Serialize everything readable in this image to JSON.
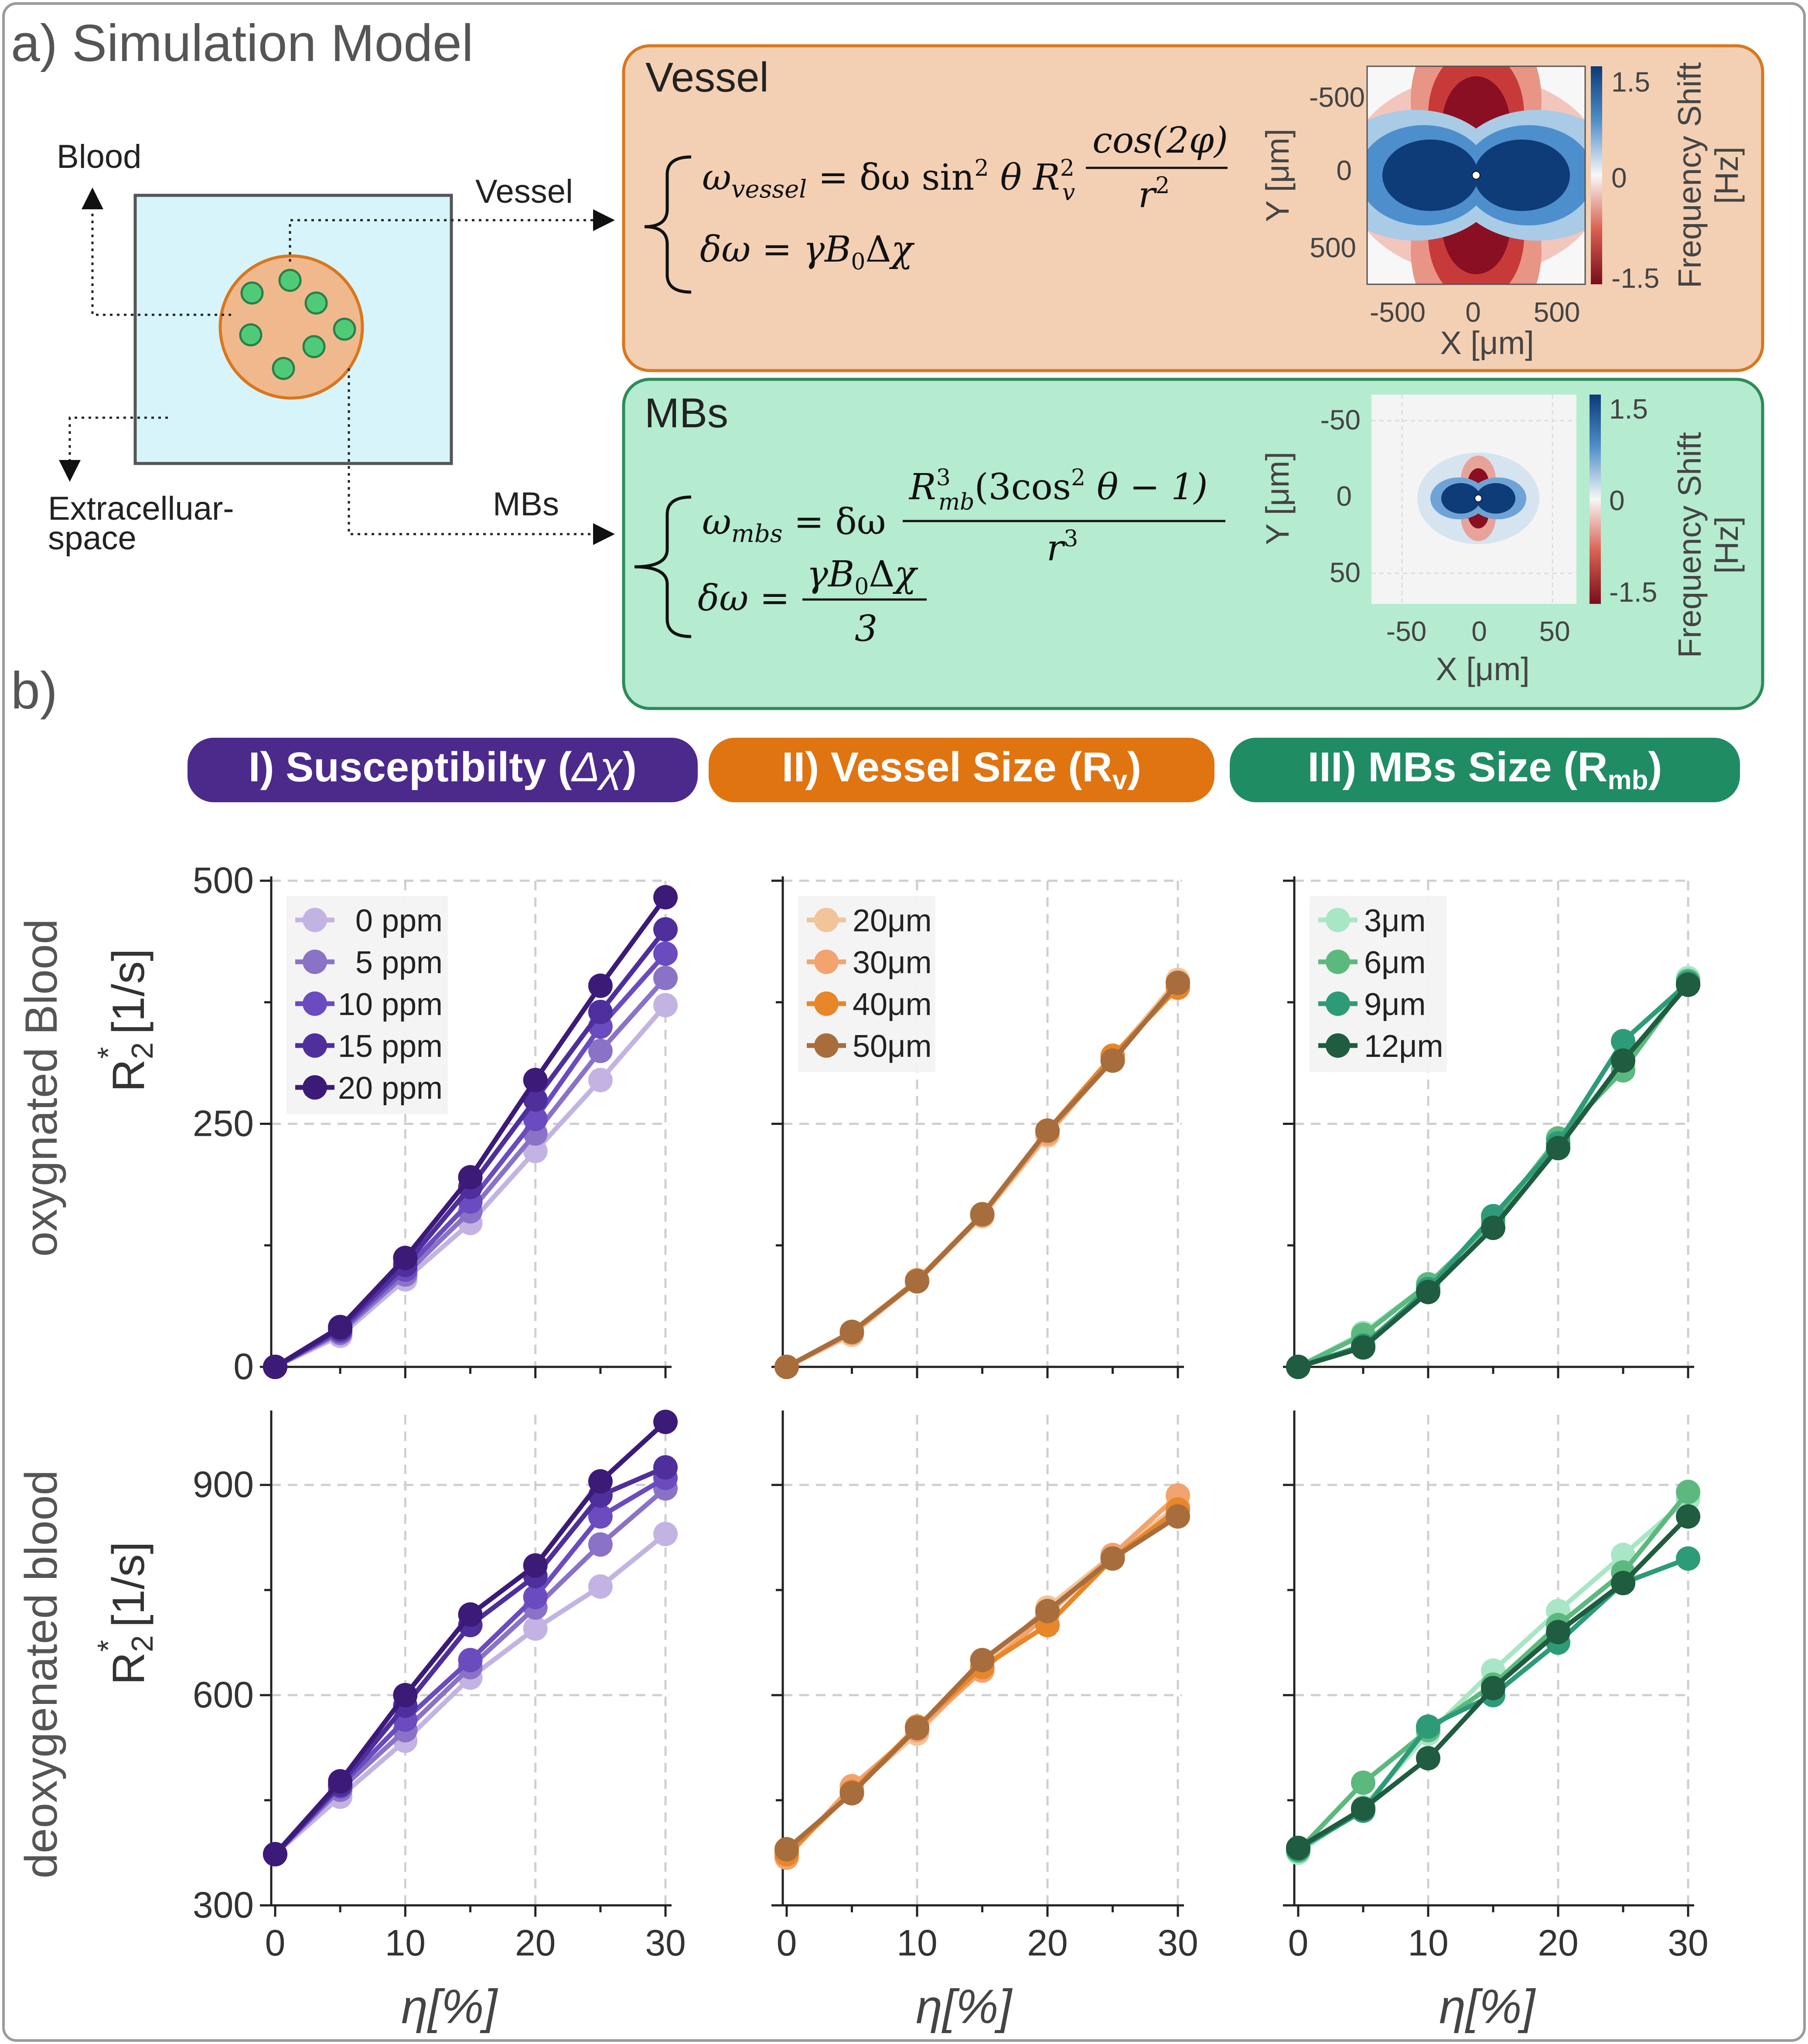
{
  "panel_a": {
    "title": "a) Simulation Model",
    "labels": {
      "blood": "Blood",
      "vessel": "Vessel",
      "extracellular_1": "Extracelluar-",
      "extracellular_2": "space",
      "mbs": "MBs"
    },
    "vessel_box": {
      "title": "Vessel",
      "eq1": "ωvessel = δω sin² θ Rv² cos(2φ) / r²",
      "eq2": "δω = γB₀Δχ",
      "map": {
        "ytick": [
          "-500",
          "0",
          "500"
        ],
        "xtick": [
          "-500",
          "0",
          "500"
        ],
        "xlabel": "X [μm]",
        "ylabel": "Y [μm]",
        "cbar_ticks": [
          "1.5",
          "0",
          "-1.5"
        ],
        "cbar_label_1": "Frequency Shift",
        "cbar_label_2": "[Hz]"
      }
    },
    "mbs_box": {
      "title": "MBs",
      "eq1": "ωmbs = δω Rmb³(3cos² θ − 1) / r³",
      "eq2": "δω = γB₀Δχ / 3",
      "map": {
        "ytick": [
          "-50",
          "0",
          "50"
        ],
        "xtick": [
          "-50",
          "0",
          "50"
        ],
        "xlabel": "X [μm]",
        "ylabel": "Y [μm]",
        "cbar_ticks": [
          "1.5",
          "0",
          "-1.5"
        ],
        "cbar_label_1": "Frequency Shift",
        "cbar_label_2": "[Hz]"
      }
    },
    "colors": {
      "vessel_box": "#f3d0b4",
      "vessel_border": "#d9771e",
      "mbs_box": "#b5ebcf",
      "mbs_border": "#2e8b5a",
      "square": "#d7f4fb",
      "circle": "#f0b98d",
      "dots": "#4fcb77"
    }
  },
  "panel_b": {
    "label": "b)",
    "headers": [
      {
        "main": "I) Susceptibilty (",
        "sym": "Δχ",
        "close": ")",
        "color": "#4b2a8c"
      },
      {
        "main": "II) Vessel Size (R",
        "sub": "v",
        "close": ")",
        "color": "#e07410"
      },
      {
        "main": "III) MBs Size (R",
        "sub": "mb",
        "close": ")",
        "color": "#1f8c64"
      }
    ],
    "row_labels": [
      "oxygnated Blood",
      "deoxygenated blood"
    ],
    "ylabel": "R2* [1/s]",
    "xlabel": "η[%]"
  },
  "chart_data": [
    {
      "type": "line",
      "title": "I) Susceptibilty (Δχ) — oxygnated Blood",
      "xlabel": "η[%]",
      "ylabel": "R2* [1/s]",
      "x": [
        0,
        5,
        10,
        15,
        20,
        25,
        30
      ],
      "ylim": [
        0,
        500
      ],
      "yticks": [
        0,
        250,
        500
      ],
      "xticks": [
        10,
        20,
        30
      ],
      "legend": "top-left",
      "series": [
        {
          "name": "0 ppm",
          "color": "#c3b3e3",
          "values": [
            0,
            32,
            90,
            148,
            222,
            295,
            372
          ]
        },
        {
          "name": "5 ppm",
          "color": "#8a72c6",
          "values": [
            0,
            35,
            95,
            160,
            240,
            325,
            400
          ]
        },
        {
          "name": "10 ppm",
          "color": "#6a4bc0",
          "values": [
            0,
            37,
            100,
            170,
            255,
            350,
            425
          ]
        },
        {
          "name": "15 ppm",
          "color": "#4e2f9c",
          "values": [
            0,
            39,
            105,
            185,
            275,
            365,
            450
          ]
        },
        {
          "name": "20 ppm",
          "color": "#3c1a78",
          "values": [
            0,
            41,
            112,
            195,
            295,
            392,
            483
          ]
        }
      ]
    },
    {
      "type": "line",
      "title": "II) Vessel Size (Rv) — oxygnated Blood",
      "xlabel": "η[%]",
      "ylabel": "",
      "x": [
        0,
        5,
        10,
        15,
        20,
        25,
        30
      ],
      "ylim": [
        0,
        500
      ],
      "legend": "top-left",
      "series": [
        {
          "name": "20μm",
          "color": "#f2c499",
          "values": [
            0,
            33,
            88,
            155,
            238,
            318,
            398
          ]
        },
        {
          "name": "30μm",
          "color": "#f2a36e",
          "values": [
            0,
            35,
            88,
            156,
            240,
            316,
            395
          ]
        },
        {
          "name": "40μm",
          "color": "#e8862a",
          "values": [
            0,
            36,
            89,
            157,
            243,
            320,
            390
          ]
        },
        {
          "name": "50μm",
          "color": "#a86d3c",
          "values": [
            0,
            36,
            88,
            157,
            243,
            315,
            395
          ]
        }
      ]
    },
    {
      "type": "line",
      "title": "III) MBs Size (Rmb) — oxygnated Blood",
      "xlabel": "η[%]",
      "ylabel": "",
      "x": [
        0,
        5,
        10,
        15,
        20,
        25,
        30
      ],
      "ylim": [
        0,
        500
      ],
      "legend": "top-left",
      "series": [
        {
          "name": "3μm",
          "color": "#a8e6c6",
          "values": [
            0,
            35,
            85,
            150,
            235,
            310,
            400
          ]
        },
        {
          "name": "6μm",
          "color": "#5cb97e",
          "values": [
            0,
            33,
            85,
            150,
            235,
            305,
            397
          ]
        },
        {
          "name": "9μm",
          "color": "#2e9b78",
          "values": [
            0,
            22,
            80,
            155,
            230,
            335,
            395
          ]
        },
        {
          "name": "12μm",
          "color": "#1f5c40",
          "values": [
            0,
            20,
            77,
            143,
            225,
            315,
            393
          ]
        }
      ]
    },
    {
      "type": "line",
      "title": "I) Susceptibilty (Δχ) — deoxygenated blood",
      "xlabel": "η[%]",
      "ylabel": "R2* [1/s]",
      "x": [
        0,
        5,
        10,
        15,
        20,
        25,
        30
      ],
      "ylim": [
        300,
        1000
      ],
      "yticks": [
        300,
        600,
        900
      ],
      "xticks": [
        0,
        10,
        20,
        30
      ],
      "series": [
        {
          "name": "0 ppm",
          "color": "#c3b3e3",
          "values": [
            373,
            455,
            535,
            625,
            695,
            755,
            830
          ]
        },
        {
          "name": "5 ppm",
          "color": "#8a72c6",
          "values": [
            373,
            465,
            550,
            640,
            725,
            815,
            895
          ]
        },
        {
          "name": "10 ppm",
          "color": "#6a4bc0",
          "values": [
            373,
            470,
            565,
            650,
            740,
            855,
            910
          ]
        },
        {
          "name": "15 ppm",
          "color": "#4e2f9c",
          "values": [
            373,
            472,
            585,
            700,
            770,
            885,
            925
          ]
        },
        {
          "name": "20 ppm",
          "color": "#3c1a78",
          "values": [
            373,
            477,
            600,
            715,
            785,
            905,
            990
          ]
        }
      ]
    },
    {
      "type": "line",
      "title": "II) Vessel Size (Rv) — deoxygenated blood",
      "xlabel": "η[%]",
      "ylabel": "",
      "x": [
        0,
        5,
        10,
        15,
        20,
        25,
        30
      ],
      "ylim": [
        300,
        1000
      ],
      "xticks": [
        0,
        10,
        20,
        30
      ],
      "series": [
        {
          "name": "20μm",
          "color": "#f2c499",
          "values": [
            375,
            465,
            545,
            640,
            725,
            800,
            870
          ]
        },
        {
          "name": "30μm",
          "color": "#f2a36e",
          "values": [
            368,
            470,
            550,
            635,
            715,
            800,
            885
          ]
        },
        {
          "name": "40μm",
          "color": "#e8862a",
          "values": [
            373,
            462,
            555,
            640,
            700,
            795,
            865
          ]
        },
        {
          "name": "50μm",
          "color": "#a86d3c",
          "values": [
            380,
            460,
            553,
            650,
            720,
            795,
            855
          ]
        }
      ]
    },
    {
      "type": "line",
      "title": "III) MBs Size (Rmb) — deoxygenated blood",
      "xlabel": "η[%]",
      "ylabel": "",
      "x": [
        0,
        5,
        10,
        15,
        20,
        25,
        30
      ],
      "ylim": [
        300,
        1000
      ],
      "xticks": [
        0,
        10,
        20,
        30
      ],
      "series": [
        {
          "name": "3μm",
          "color": "#a8e6c6",
          "values": [
            375,
            440,
            545,
            635,
            720,
            800,
            880
          ]
        },
        {
          "name": "6μm",
          "color": "#5cb97e",
          "values": [
            378,
            475,
            550,
            615,
            700,
            775,
            890
          ]
        },
        {
          "name": "9μm",
          "color": "#2e9b78",
          "values": [
            380,
            435,
            555,
            600,
            675,
            760,
            795
          ]
        },
        {
          "name": "12μm",
          "color": "#1f5c40",
          "values": [
            382,
            438,
            510,
            610,
            690,
            760,
            855
          ]
        }
      ]
    }
  ]
}
